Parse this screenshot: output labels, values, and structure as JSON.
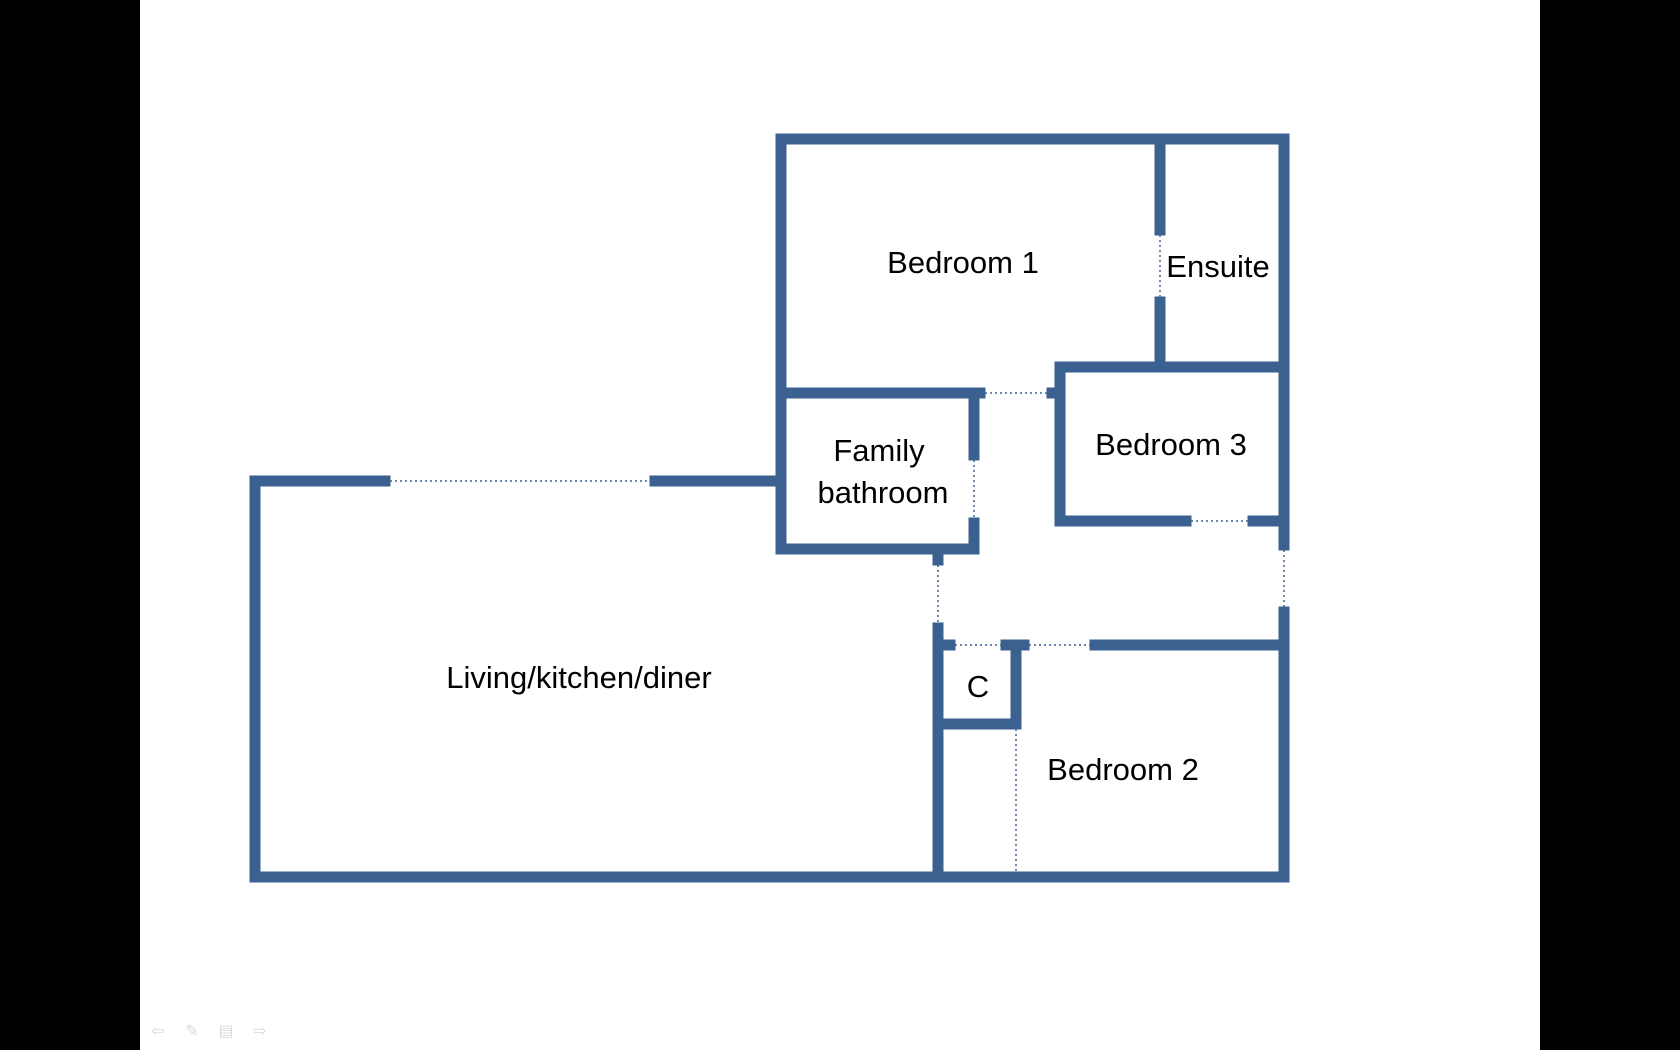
{
  "colors": {
    "wall": "#3b6190",
    "opening": "#3b6190",
    "background": "#ffffff",
    "frame": "#000000",
    "text": "#000000",
    "nav": "#d9d9d9"
  },
  "rooms": {
    "bedroom1": "Bedroom 1",
    "ensuite": "Ensuite",
    "family_bathroom_line1": "Family",
    "family_bathroom_line2": "bathroom",
    "bedroom3": "Bedroom 3",
    "living": "Living/kitchen/diner",
    "cupboard": "C",
    "bedroom2": "Bedroom 2"
  },
  "nav": {
    "prev_icon": "arrow-left-icon",
    "pen_icon": "pen-icon",
    "menu_icon": "menu-icon",
    "next_icon": "arrow-right-icon"
  }
}
